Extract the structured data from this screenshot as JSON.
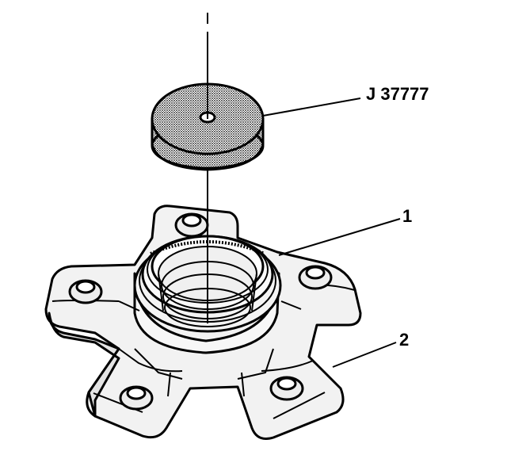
{
  "callouts": {
    "tool": "J 37777",
    "seal": "1",
    "hub": "2"
  },
  "colors": {
    "line": "#000000",
    "background": "#ffffff",
    "hub_face": "#efefef",
    "tool_fill": "#bdbdbd"
  }
}
